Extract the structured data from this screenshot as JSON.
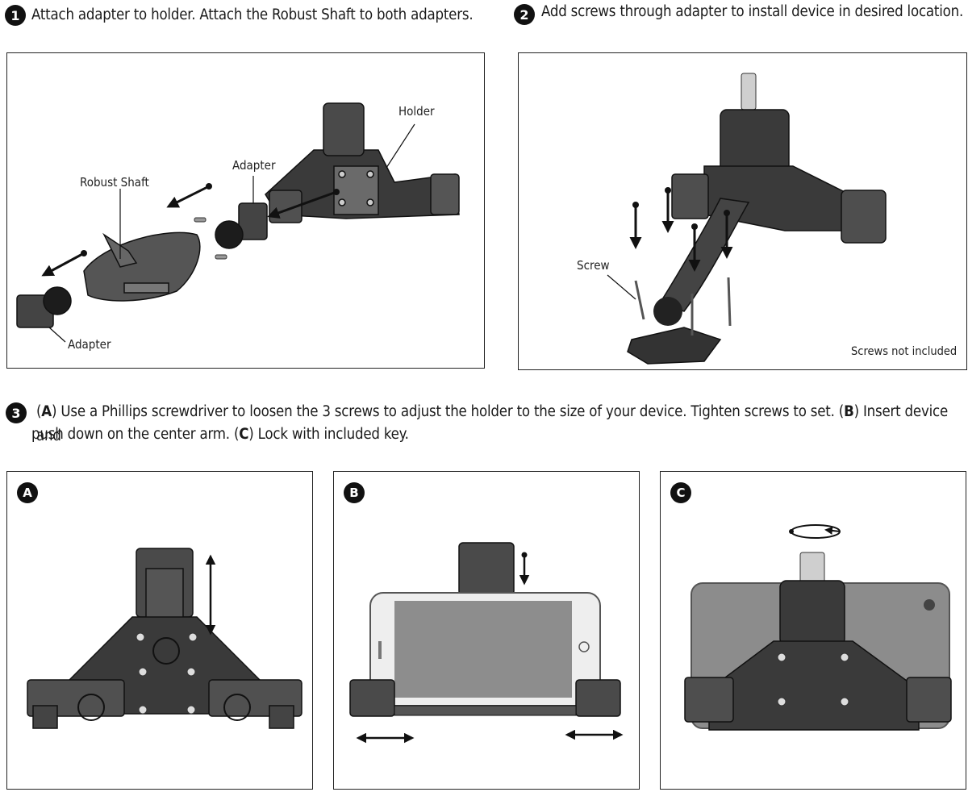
{
  "steps": [
    {
      "number": "1",
      "text": "Attach adapter to holder.  Attach the Robust Shaft to both adapters."
    },
    {
      "number": "2",
      "text": "Add screws through adapter to install device in desired location."
    },
    {
      "number": "3",
      "parts": {
        "a_open": "(",
        "a_letter": "A",
        "a_close": ")",
        "a_text": " Use a Phillips screwdriver to loosen the 3 screws to adjust the holder to the size of your device. Tighten screws to set. ",
        "b_open": "(",
        "b_letter": "B",
        "b_close": ")",
        "b_text": " Insert device and",
        "line2_text": "push down on the center arm. ",
        "c_open": "(",
        "c_letter": "C",
        "c_close": ")",
        "c_text": " Lock with included key."
      }
    }
  ],
  "panel1": {
    "labels": {
      "holder": "Holder",
      "robust_shaft": "Robust Shaft",
      "adapter_top": "Adapter",
      "adapter_bottom": "Adapter"
    }
  },
  "panel2": {
    "labels": {
      "screw": "Screw"
    },
    "note": "Screws not included"
  },
  "subpanels": [
    {
      "badge": "A"
    },
    {
      "badge": "B"
    },
    {
      "badge": "C"
    }
  ]
}
